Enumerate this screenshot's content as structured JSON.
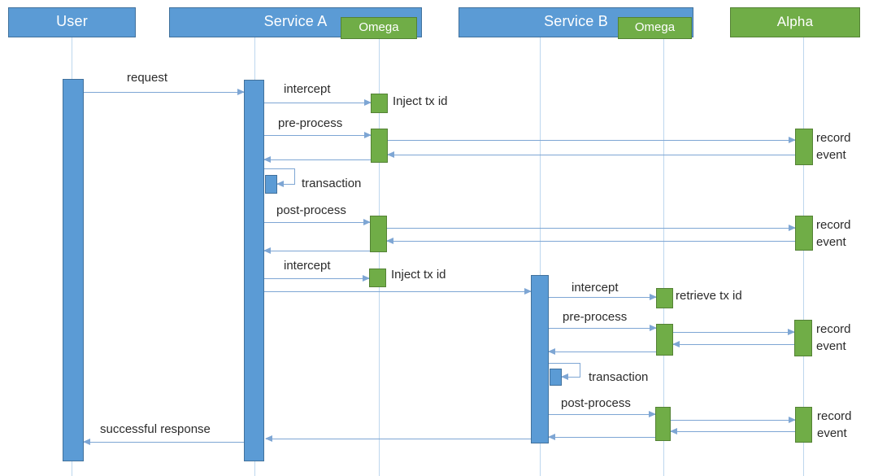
{
  "diagram": {
    "type": "uml-sequence-diagram",
    "labels": {
      "user": "User",
      "service_a": "Service A",
      "service_b": "Service B",
      "omega": "Omega",
      "alpha": "Alpha",
      "request": "request",
      "intercept": "intercept",
      "inject_tx_id": "Inject tx id",
      "pre_process": "pre-process",
      "record_event": "record event",
      "transaction": "transaction",
      "post_process": "post-process",
      "retrieve_tx_id": "retrieve tx id",
      "successful_response": "successful response"
    },
    "participants": [
      {
        "name": "User",
        "color": "blue",
        "badge": null
      },
      {
        "name": "Service A",
        "color": "blue",
        "badge": "Omega"
      },
      {
        "name": "Service B",
        "color": "blue",
        "badge": "Omega"
      },
      {
        "name": "Alpha",
        "color": "green",
        "badge": null
      }
    ],
    "sequence": [
      {
        "from": "User",
        "to": "Service A",
        "label": "request"
      },
      {
        "from": "Service A",
        "to": "Omega",
        "label": "intercept",
        "note": "Inject tx id"
      },
      {
        "from": "Service A",
        "to": "Omega",
        "label": "pre-process"
      },
      {
        "from": "Omega",
        "to": "Alpha",
        "label": "",
        "note": "record event"
      },
      {
        "from": "Alpha",
        "to": "Omega",
        "label": ""
      },
      {
        "from": "Omega",
        "to": "Service A",
        "label": ""
      },
      {
        "from": "Service A",
        "to": "Service A",
        "label": "transaction"
      },
      {
        "from": "Service A",
        "to": "Omega",
        "label": "post-process"
      },
      {
        "from": "Omega",
        "to": "Alpha",
        "label": "",
        "note": "record event"
      },
      {
        "from": "Alpha",
        "to": "Omega",
        "label": ""
      },
      {
        "from": "Omega",
        "to": "Service A",
        "label": ""
      },
      {
        "from": "Service A",
        "to": "Omega",
        "label": "intercept",
        "note": "Inject tx id"
      },
      {
        "from": "Service A",
        "to": "Service B",
        "label": ""
      },
      {
        "from": "Service B",
        "to": "Omega",
        "label": "intercept",
        "note": "retrieve tx id"
      },
      {
        "from": "Service B",
        "to": "Omega",
        "label": "pre-process"
      },
      {
        "from": "Omega",
        "to": "Alpha",
        "label": "",
        "note": "record event"
      },
      {
        "from": "Alpha",
        "to": "Omega",
        "label": ""
      },
      {
        "from": "Omega",
        "to": "Service B",
        "label": ""
      },
      {
        "from": "Service B",
        "to": "Service B",
        "label": "transaction"
      },
      {
        "from": "Service B",
        "to": "Omega",
        "label": "post-process"
      },
      {
        "from": "Omega",
        "to": "Alpha",
        "label": "",
        "note": "record event"
      },
      {
        "from": "Alpha",
        "to": "Omega",
        "label": ""
      },
      {
        "from": "Omega",
        "to": "Service B",
        "label": ""
      },
      {
        "from": "Service B",
        "to": "Service A",
        "label": ""
      },
      {
        "from": "Service A",
        "to": "User",
        "label": "successful response"
      }
    ],
    "colors": {
      "service_fill": "#5B9BD5",
      "service_border": "#41719C",
      "agent_fill": "#70AD47",
      "agent_border": "#548235",
      "arrow": "#7EA6D4",
      "lifeline": "#BDD7EE",
      "label_text": "#2B2B2B",
      "header_text": "#FFFFFF"
    }
  }
}
